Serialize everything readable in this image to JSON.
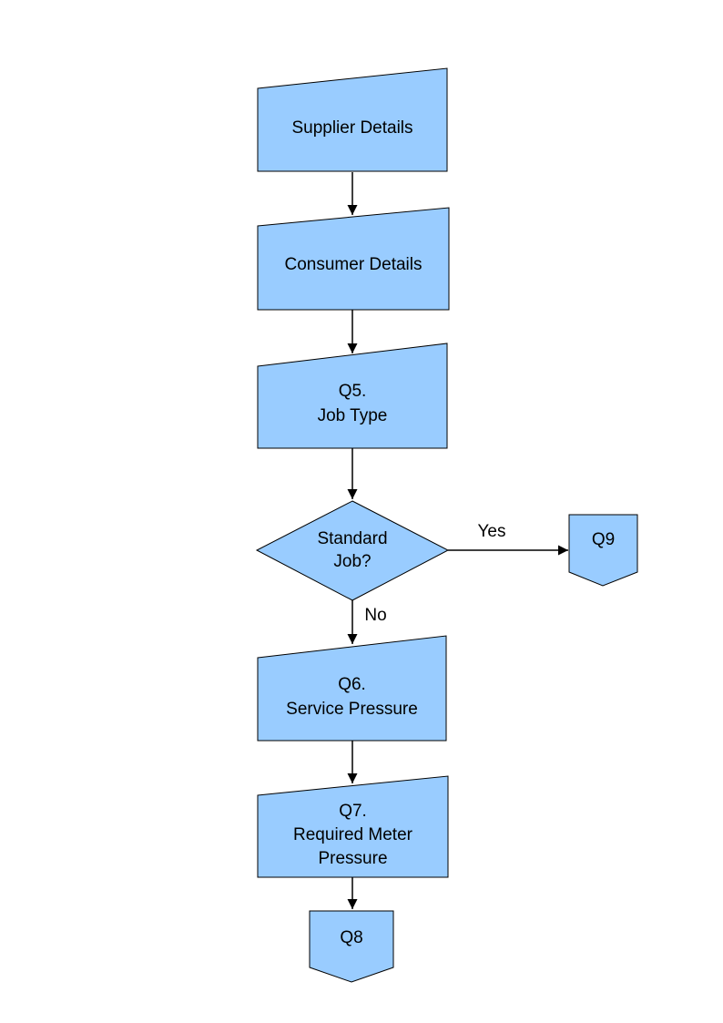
{
  "diagram": {
    "background": "#ffffff",
    "shape_fill": "#99ccff",
    "shape_stroke": "#000000",
    "text_color": "#000000",
    "nodes": {
      "supplier": {
        "label": "Supplier Details",
        "shape": "manual-input"
      },
      "consumer": {
        "label": "Consumer Details",
        "shape": "manual-input"
      },
      "q5": {
        "label": "Q5.\nJob Type",
        "shape": "manual-input"
      },
      "decision": {
        "label": "Standard\nJob?",
        "shape": "decision"
      },
      "q9": {
        "label": "Q9",
        "shape": "off-page-connector"
      },
      "q6": {
        "label": "Q6.\nService Pressure",
        "shape": "manual-input"
      },
      "q7": {
        "label": "Q7.\nRequired Meter\nPressure",
        "shape": "manual-input"
      },
      "q8": {
        "label": "Q8",
        "shape": "off-page-connector"
      }
    },
    "edges": [
      {
        "from": "supplier",
        "to": "consumer",
        "label": ""
      },
      {
        "from": "consumer",
        "to": "q5",
        "label": ""
      },
      {
        "from": "q5",
        "to": "decision",
        "label": ""
      },
      {
        "from": "decision",
        "to": "q9",
        "label": "Yes"
      },
      {
        "from": "decision",
        "to": "q6",
        "label": "No"
      },
      {
        "from": "q6",
        "to": "q7",
        "label": ""
      },
      {
        "from": "q7",
        "to": "q8",
        "label": ""
      }
    ]
  }
}
